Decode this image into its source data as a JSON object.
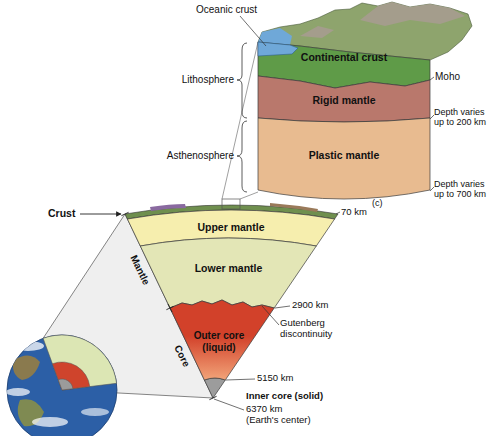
{
  "diagram": {
    "nodes": [
      {
        "text": [
          "Continental crust"
        ]
      },
      {
        "text": [
          "Rigid mantle"
        ]
      },
      {
        "text": [
          "Plastic mantle"
        ]
      },
      {
        "text": [
          "Upper mantle"
        ]
      },
      {
        "text": [
          "Lower mantle"
        ]
      },
      {
        "text": [
          "Outer core (liquid)"
        ]
      }
    ],
    "labels": [
      "Oceanic crust",
      "Lithosphere",
      "Moho",
      "Depth varies up to 200 km",
      "Asthenosphere",
      "Depth varies up to 700 km",
      "(c)",
      "Crust",
      "70 km",
      "Mantle",
      "2900 km",
      "Gutenberg discontinuity",
      "Core",
      "5150 km",
      "Inner core (solid)",
      "6370 km (Earth's center)"
    ]
  }
}
